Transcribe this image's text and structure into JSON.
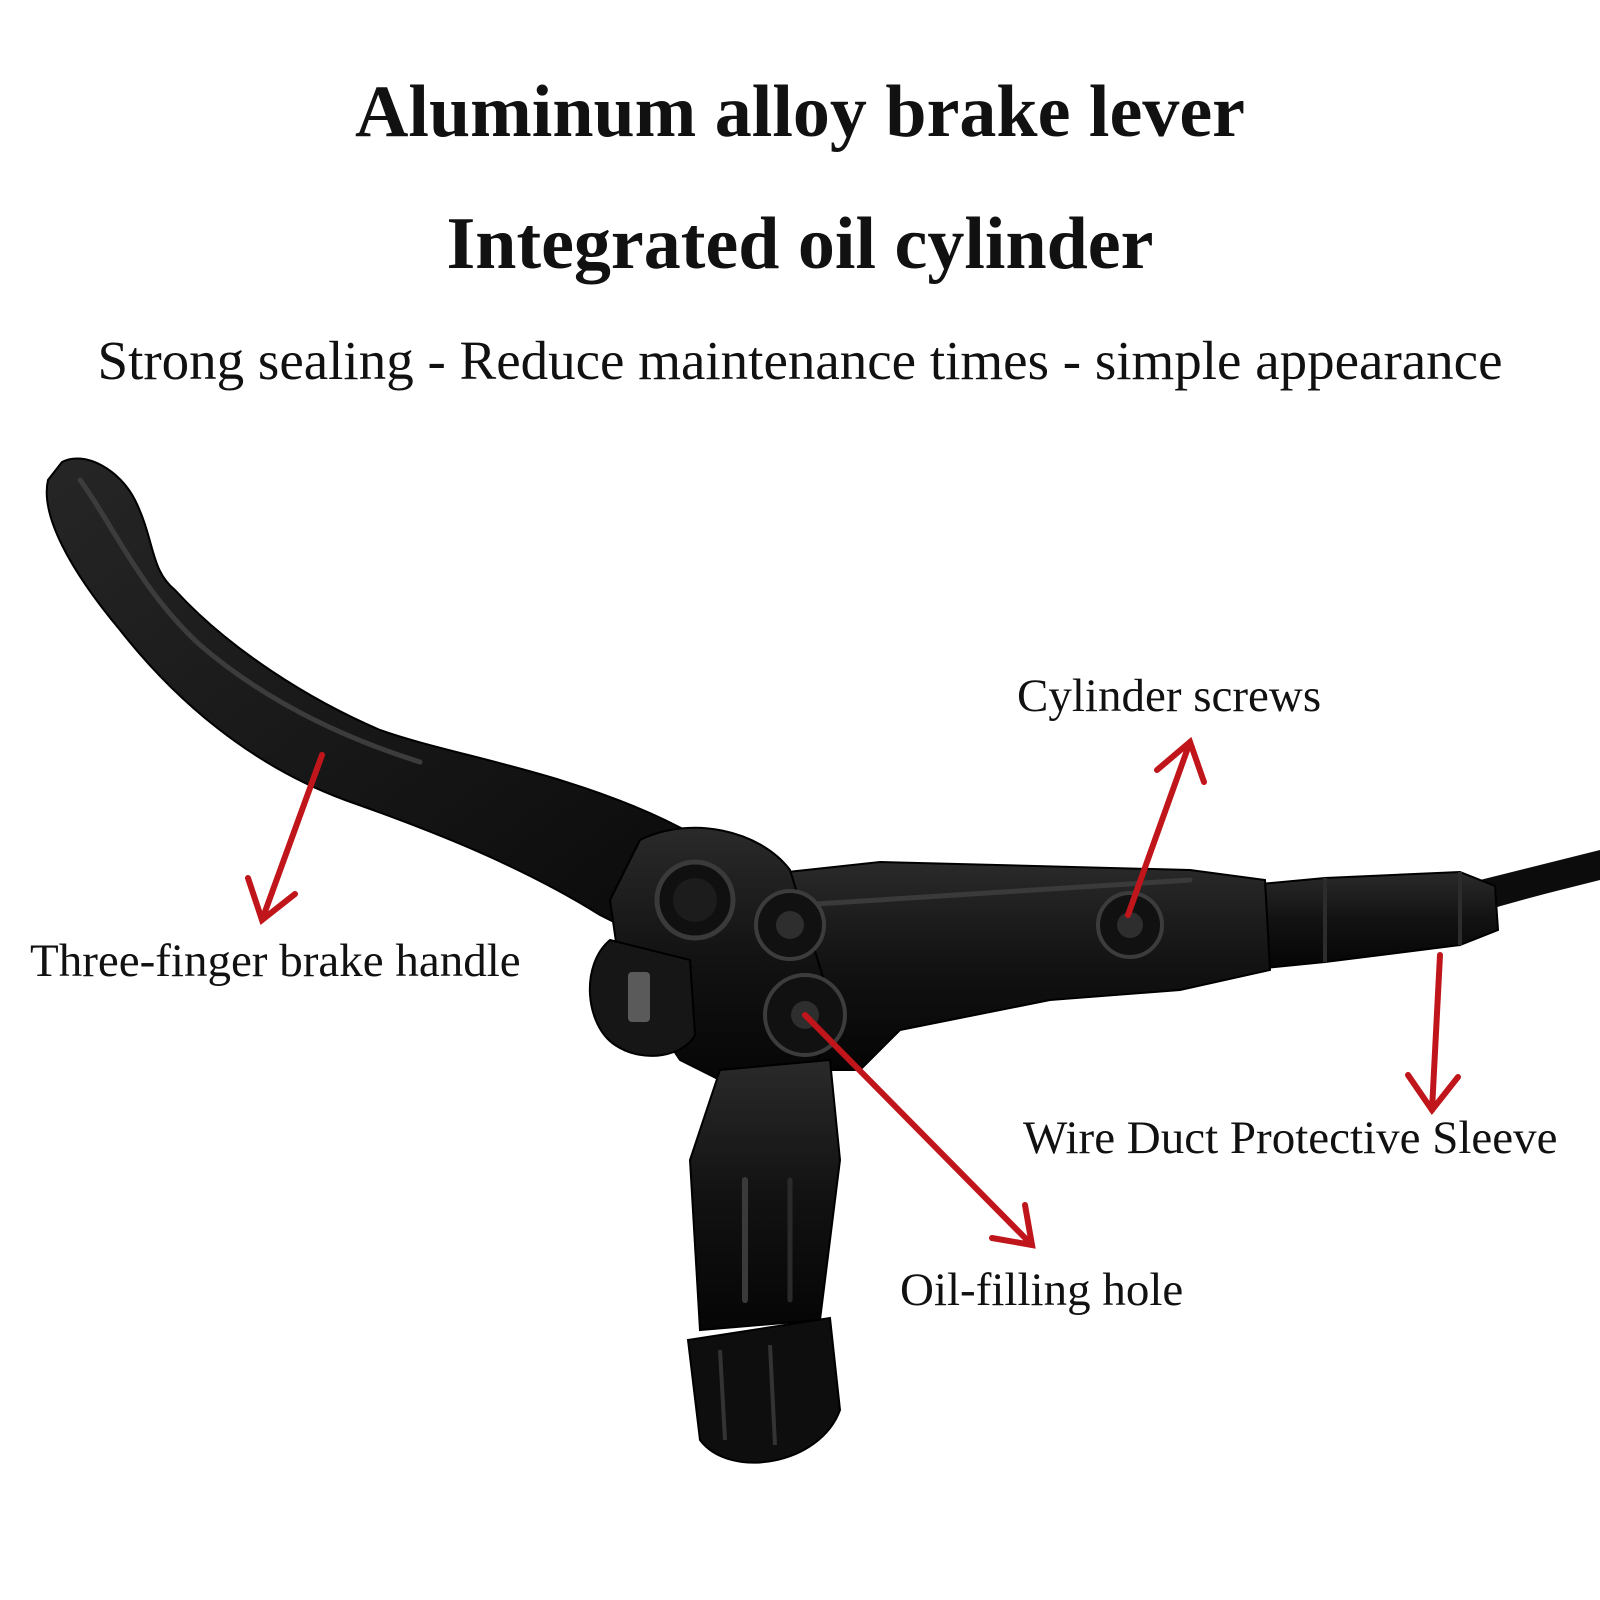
{
  "header": {
    "title_line1": "Aluminum alloy brake lever",
    "title_line2": "Integrated oil cylinder",
    "tagline": "Strong sealing - Reduce maintenance times - simple appearance"
  },
  "callouts": {
    "handle": "Three-finger brake handle",
    "screws": "Cylinder screws",
    "sleeve": "Wire Duct Protective Sleeve",
    "oil_hole": "Oil-filling hole"
  },
  "colors": {
    "arrow": "#c0161b",
    "body": "#141414",
    "highlight": "#3a3a3a"
  }
}
